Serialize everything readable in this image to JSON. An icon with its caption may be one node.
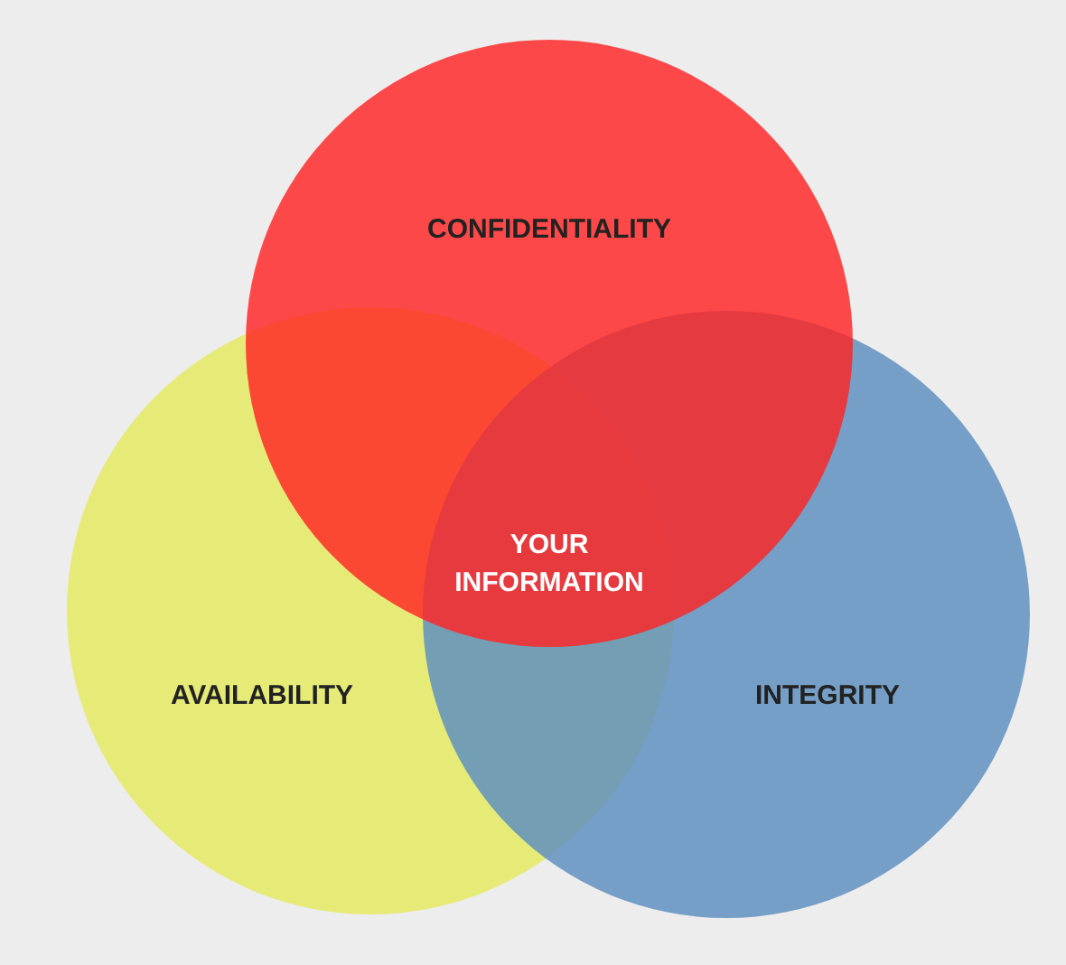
{
  "diagram": {
    "nodes": [
      {
        "text": [
          "CONFIDENTIALITY"
        ]
      },
      {
        "text": [
          "AVAILABILITY"
        ]
      },
      {
        "text": [
          "INTEGRITY"
        ]
      }
    ],
    "labels": [
      "YOUR INFORMATION"
    ]
  }
}
